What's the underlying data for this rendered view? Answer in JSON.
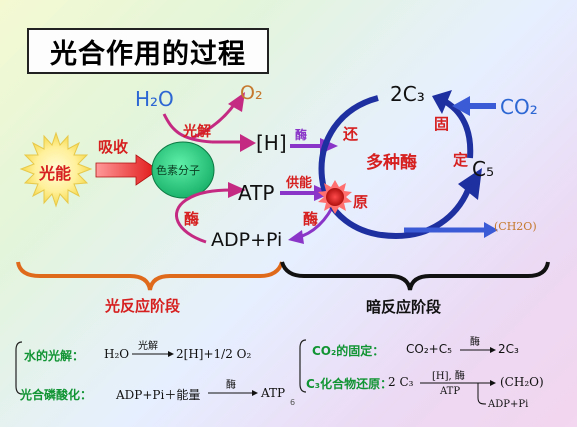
{
  "title": "光合作用的过程",
  "light_energy": "光能",
  "absorb": "吸收",
  "pigment": "色素分子",
  "h2o": "H₂O",
  "o2": "O₂",
  "photolysis": "光解",
  "h": "[H]",
  "enzyme_top": "酶",
  "atp": "ATP",
  "adp_pi": "ADP+Pi",
  "enzyme_lower": "酶",
  "supply_energy": "供能",
  "enzyme_center": "酶",
  "reduce_1": "还",
  "reduce_2": "原",
  "many_enzymes": "多种酶",
  "c3": "2C₃",
  "fix_1": "固",
  "fix_2": "定",
  "c5": "C₅",
  "co2": "CO₂",
  "ch2o": "(CH2O)",
  "light_stage": "光反应阶段",
  "dark_stage": "暗反应阶段",
  "eq1": {
    "label": "水的光解：",
    "lhs": "H₂O",
    "over": "光解",
    "rhs": "2[H]+1/2 O₂"
  },
  "eq2": {
    "label": "光合磷酸化：",
    "lhs": "ADP+Pi＋能量",
    "over": "酶",
    "rhs": "ATP"
  },
  "eq3": {
    "label": "CO₂的固定：",
    "lhs": "CO₂+C₅",
    "over": "酶",
    "rhs": "2C₃"
  },
  "eq4": {
    "label": "C₃化合物还原：",
    "lhs": "2 C₃",
    "over": "[H], 酶",
    "under": "ATP",
    "rhs": "(CH₂O)",
    "byproduct": "ADP+Pi"
  },
  "page_mark": "6",
  "colors": {
    "red": "#d61f1f",
    "green": "#119433",
    "blue": "#2d67d3",
    "cycle_blue": "#1e2fa0",
    "magenta": "#c52a82",
    "purple": "#8a35c8",
    "orange_brace": "#e06a1c"
  }
}
